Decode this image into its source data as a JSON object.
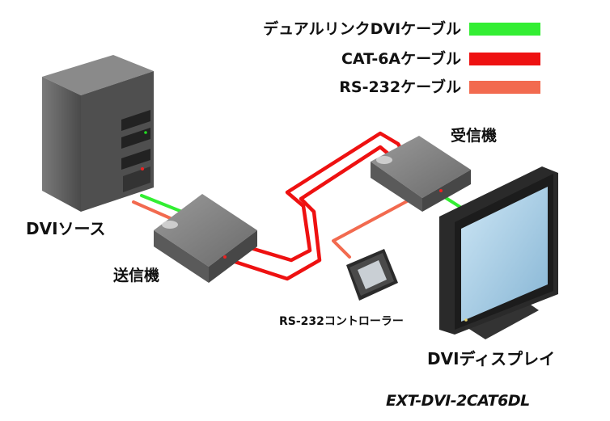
{
  "legend": [
    {
      "label": "デュアルリンクDVIケーブル",
      "color": "#33ee33"
    },
    {
      "label": "CAT-6Aケーブル",
      "color": "#ee1111"
    },
    {
      "label": "RS-232ケーブル",
      "color": "#f26a4f"
    }
  ],
  "labels": {
    "dvi_source": "DVIソース",
    "transmitter": "送信機",
    "receiver": "受信機",
    "controller": "RS-232コントローラー",
    "display": "DVIディスプレイ"
  },
  "model": "EXT-DVI-2CAT6DL",
  "colors": {
    "dvi_cable": "#33ee33",
    "cat6_cable": "#ee1111",
    "rs232_cable": "#f26a4f",
    "device_body": "#6e6e6e",
    "screen": "#a9cfe6"
  },
  "icons": [
    "pc-tower-icon",
    "transmitter-box-icon",
    "receiver-box-icon",
    "rs232-controller-icon",
    "dvi-display-icon"
  ]
}
